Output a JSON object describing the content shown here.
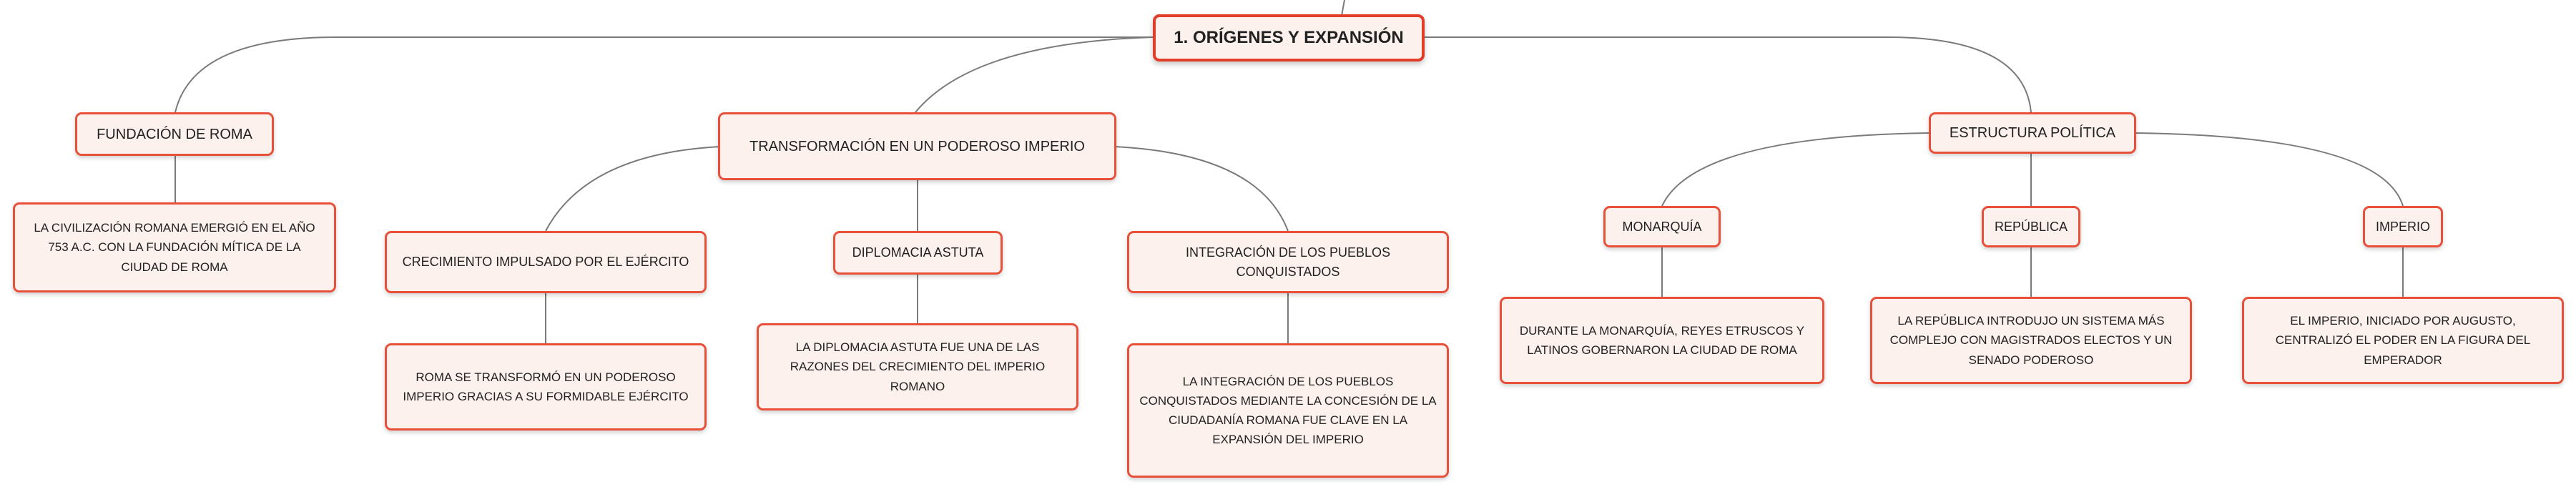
{
  "root": {
    "label": "1. ORÍGENES Y EXPANSIÓN"
  },
  "branches": {
    "fundacion": {
      "label": "FUNDACIÓN DE ROMA",
      "detail": "LA CIVILIZACIÓN ROMANA EMERGIÓ EN EL AÑO 753 A.C. CON LA FUNDACIÓN MÍTICA DE LA CIUDAD DE ROMA"
    },
    "transformacion": {
      "label": "TRANSFORMACIÓN EN UN PODEROSO IMPERIO",
      "children": {
        "ejercito": {
          "label": "CRECIMIENTO IMPULSADO POR EL EJÉRCITO",
          "detail": "ROMA SE TRANSFORMÓ EN UN PODEROSO IMPERIO GRACIAS A SU FORMIDABLE EJÉRCITO"
        },
        "diplomacia": {
          "label": "DIPLOMACIA ASTUTA",
          "detail": "LA DIPLOMACIA ASTUTA FUE UNA DE LAS RAZONES DEL CRECIMIENTO DEL IMPERIO ROMANO"
        },
        "integracion": {
          "label": "INTEGRACIÓN DE LOS PUEBLOS CONQUISTADOS",
          "detail": "LA INTEGRACIÓN DE LOS PUEBLOS CONQUISTADOS MEDIANTE LA CONCESIÓN DE LA CIUDADANÍA ROMANA FUE CLAVE EN LA EXPANSIÓN DEL IMPERIO"
        }
      }
    },
    "estructura": {
      "label": "ESTRUCTURA POLÍTICA",
      "children": {
        "monarquia": {
          "label": "MONARQUÍA",
          "detail": "DURANTE LA MONARQUÍA, REYES ETRUSCOS Y LATINOS GOBERNARON LA CIUDAD DE ROMA"
        },
        "republica": {
          "label": "REPÚBLICA",
          "detail": "LA REPÚBLICA INTRODUJO UN SISTEMA MÁS COMPLEJO CON MAGISTRADOS ELECTOS Y UN SENADO PODEROSO"
        },
        "imperio": {
          "label": "IMPERIO",
          "detail": "EL IMPERIO, INICIADO POR AUGUSTO, CENTRALIZÓ EL PODER EN LA FIGURA DEL EMPERADOR"
        }
      }
    }
  },
  "colors": {
    "node_border": "#e8503a",
    "node_fill": "#fdf1ee",
    "connector": "#7a7a7a"
  }
}
